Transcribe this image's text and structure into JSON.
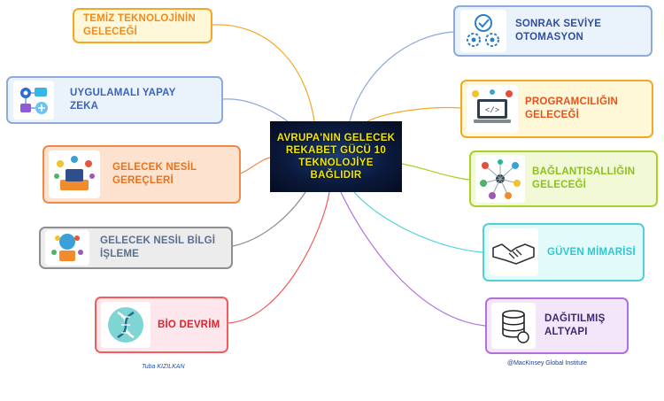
{
  "center": {
    "title": "AVRUPA'NIN GELECEK\nREKABET GÜCÜ 10\nTEKNOLOJİYE\nBAĞLIDIR"
  },
  "nodes": {
    "temiz": {
      "label": "TEMİZ TEKNOLOJİNİN GELECEĞİ",
      "color": "#f5a623",
      "bg": "#fff8d8"
    },
    "yapay": {
      "label": "UYGULAMALI YAPAY ZEKA",
      "color": "#8ea9db",
      "bg": "#eaf2fc"
    },
    "gerec": {
      "label": "GELECEK NESİL GEREÇLERİ",
      "color": "#f08a4b",
      "bg": "#fde3cf"
    },
    "bilgi": {
      "label": "GELECEK NESİL BİLGİ İŞLEME",
      "color": "#8f8f8f",
      "bg": "#ececec"
    },
    "bio": {
      "label": "BİO DEVRİM",
      "color": "#f25c5c",
      "bg": "#fde7ec"
    },
    "otomasyon": {
      "label": "SONRAK SEVİYE OTOMASYON",
      "color": "#8ea9db",
      "bg": "#eaf2fc"
    },
    "program": {
      "label": "PROGRAMCILIĞIN GELECEĞİ",
      "color": "#f5a623",
      "bg": "#fff8d8"
    },
    "baglanti": {
      "label": "BAĞLANTISALLIĞIN GELECEĞİ",
      "color": "#a8d12a",
      "bg": "#f1f9d6"
    },
    "guven": {
      "label": "GÜVEN MİMARİSİ",
      "color": "#4fd1d9",
      "bg": "#e3fafb"
    },
    "dagitik": {
      "label": "DAĞITILMIŞ ALTYAPI",
      "color": "#b070e0",
      "bg": "#f3e6fb"
    }
  },
  "credits": {
    "author": "Tuba KIZILKAN",
    "source": "@MacKinsey Global Institute"
  }
}
